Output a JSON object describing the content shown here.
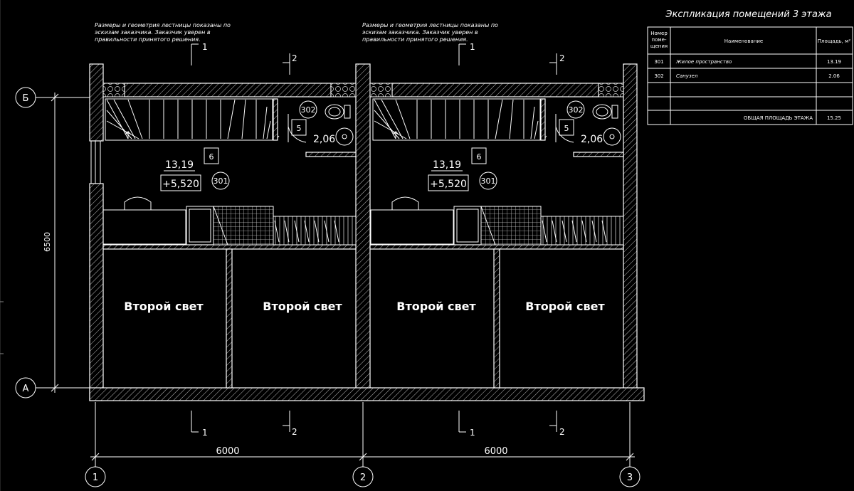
{
  "notes": {
    "left": [
      "Размеры и геометрия лестницы показаны по",
      "эскизам заказчика. Заказчик уверен в",
      "правильности принятого решения."
    ],
    "right": [
      "Размеры и геометрия лестницы показаны по",
      "эскизам заказчика. Заказчик уверен в",
      "правильности принятого решения."
    ]
  },
  "axes": {
    "rows": [
      "Б",
      "А"
    ],
    "cols": [
      "1",
      "2",
      "3"
    ]
  },
  "dims": {
    "vertical": "6500",
    "horizontal_left": "6000",
    "horizontal_right": "6000"
  },
  "sections": {
    "cut1": "1",
    "cut2": "2"
  },
  "units": [
    {
      "living_area": "13,19",
      "level": "+5,520",
      "living_room_no": "301",
      "living_tag": "6",
      "bath_room_no": "302",
      "bath_area": "2,06",
      "bath_tag": "5"
    },
    {
      "living_area": "13,19",
      "level": "+5,520",
      "living_room_no": "301",
      "living_tag": "6",
      "bath_room_no": "302",
      "bath_area": "2,06",
      "bath_tag": "5"
    }
  ],
  "void_label": "Второй свет",
  "schedule": {
    "title": "Экспликация помещений 3 этажа",
    "headers": [
      "Номер поме- щения",
      "Наименование",
      "Площадь, м²"
    ],
    "header_no_lines": [
      "Номер",
      "поме-",
      "щения"
    ],
    "rows": [
      {
        "no": "301",
        "name": "Жилое пространство",
        "area": "13.19"
      },
      {
        "no": "302",
        "name": "Санузел",
        "area": "2.06"
      }
    ],
    "total_label": "ОБЩАЯ ПЛОЩАДЬ ЭТАЖА",
    "total_value": "15.25"
  }
}
